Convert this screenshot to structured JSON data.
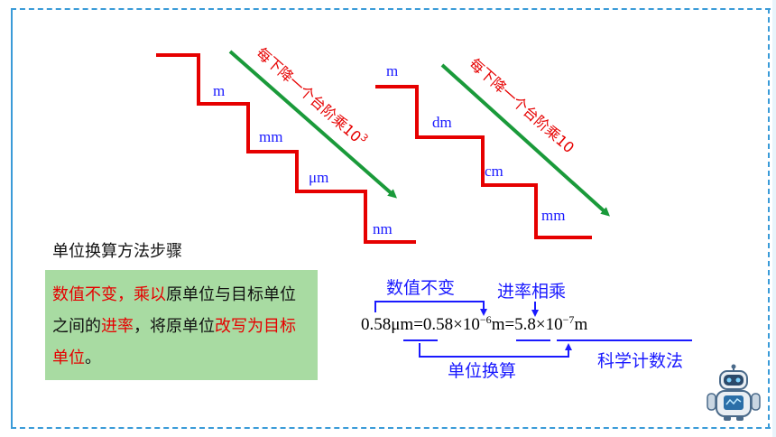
{
  "left_stair": {
    "units": [
      "m",
      "mm",
      "μm",
      "nm"
    ],
    "label_main": "每下降一个台阶乘10",
    "label_sup": "3"
  },
  "right_stair": {
    "units": [
      "m",
      "dm",
      "cm",
      "mm"
    ],
    "label": "每下降一个台阶乘10"
  },
  "method": {
    "title": "单位换算方法步骤",
    "parts": [
      {
        "text": "数值不变，乘以",
        "color": "red"
      },
      {
        "text": "原单位与目标单位之间的",
        "color": "black"
      },
      {
        "text": "进率",
        "color": "red"
      },
      {
        "text": "，将原单位",
        "color": "black"
      },
      {
        "text": "改写为目标单位",
        "color": "red"
      },
      {
        "text": "。",
        "color": "black"
      }
    ]
  },
  "formula": {
    "p1": "0.58μm=0.58×10",
    "exp1": "−6",
    "p2": "m=5.8×10",
    "exp2": "−7",
    "p3": "m"
  },
  "annotations": {
    "keep_value": "数值不变",
    "multiply_rate": "进率相乘",
    "unit_conversion": "单位换算",
    "sci_notation": "科学计数法"
  },
  "colors": {
    "stair": "#e60000",
    "arrow": "#1a9a3a",
    "unit_text": "#1a1aff",
    "note_bg": "#a8dba2",
    "frame": "#3a9bd8"
  }
}
